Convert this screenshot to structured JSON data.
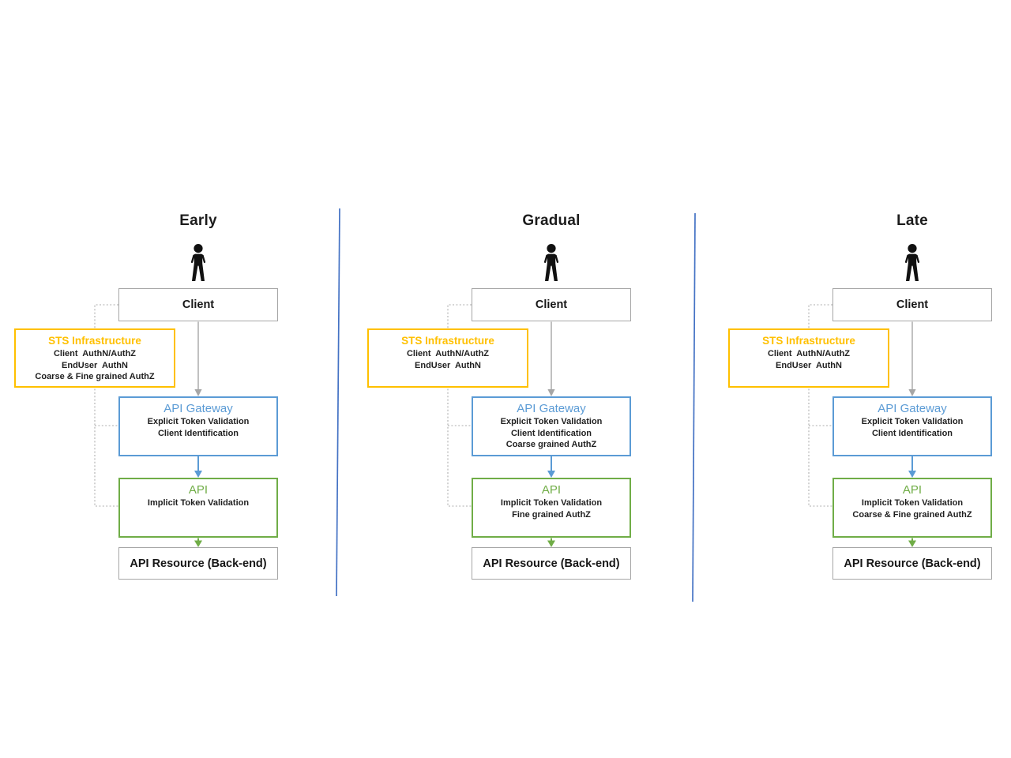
{
  "colors": {
    "sts_yellow": "#FFC000",
    "gateway_blue": "#5B9BD5",
    "api_green": "#70AD47",
    "divider_blue": "#4472C4",
    "neutral_gray": "#A6A6A6",
    "dash_gray": "#ADADAD",
    "text_black": "#1F1F1F"
  },
  "columns": [
    {
      "title": "Early",
      "client_label": "Client",
      "sts": {
        "title": "STS Infrastructure",
        "lines": [
          "Client  AuthN/AuthZ",
          "EndUser  AuthN",
          "Coarse & Fine grained AuthZ"
        ]
      },
      "gateway": {
        "title": "API Gateway",
        "lines": [
          "Explicit Token Validation",
          "Client Identification"
        ]
      },
      "api": {
        "title": "API",
        "lines": [
          "Implicit Token Validation"
        ]
      },
      "resource_label": "API Resource (Back-end)"
    },
    {
      "title": "Gradual",
      "client_label": "Client",
      "sts": {
        "title": "STS Infrastructure",
        "lines": [
          "Client  AuthN/AuthZ",
          "EndUser  AuthN"
        ]
      },
      "gateway": {
        "title": "API Gateway",
        "lines": [
          "Explicit Token Validation",
          "Client Identification",
          "Coarse grained AuthZ"
        ]
      },
      "api": {
        "title": "API",
        "lines": [
          "Implicit Token Validation",
          "Fine grained AuthZ"
        ]
      },
      "resource_label": "API Resource (Back-end)"
    },
    {
      "title": "Late",
      "client_label": "Client",
      "sts": {
        "title": "STS Infrastructure",
        "lines": [
          "Client  AuthN/AuthZ",
          "EndUser  AuthN"
        ]
      },
      "gateway": {
        "title": "API Gateway",
        "lines": [
          "Explicit Token Validation",
          "Client Identification"
        ]
      },
      "api": {
        "title": "API",
        "lines": [
          "Implicit Token Validation",
          "Coarse & Fine grained AuthZ"
        ]
      },
      "resource_label": "API Resource (Back-end)"
    }
  ]
}
